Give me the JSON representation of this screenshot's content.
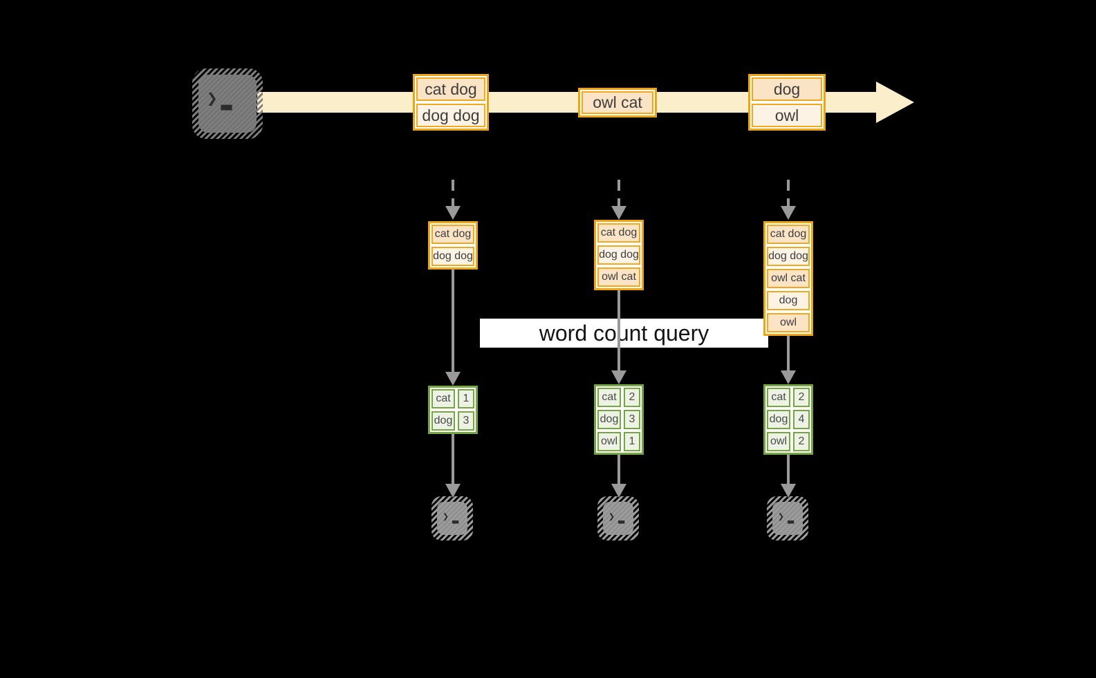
{
  "colors": {
    "background": "#000000",
    "stream_band": "#FBEFCB",
    "orange_border": "#EFA511",
    "peach_fill": "#FBE3C5",
    "cream_fill": "#FDF3E5",
    "green_border": "#74A73F",
    "green_fill": "#EDF2E5",
    "arrow_gray": "#9A9A9A",
    "terminal_gray_source": "#7E7E7E",
    "terminal_gray_sink": "#9C9C9C",
    "banner_bg": "#FFFFFF",
    "text_dark": "#3D3D3D"
  },
  "icons": {
    "prompt_chevron": "❯",
    "prompt_cursor": "▂"
  },
  "banner": {
    "label": "word count query"
  },
  "stream": {
    "records": [
      {
        "lines": [
          "cat dog",
          "dog dog"
        ]
      },
      {
        "lines": [
          "owl cat"
        ]
      },
      {
        "lines": [
          "dog",
          "owl"
        ]
      }
    ]
  },
  "workers": [
    {
      "buffer": [
        "cat dog",
        "dog dog"
      ],
      "counts": [
        {
          "word": "cat",
          "value": "1"
        },
        {
          "word": "dog",
          "value": "3"
        }
      ]
    },
    {
      "buffer": [
        "cat dog",
        "dog dog",
        "owl cat"
      ],
      "counts": [
        {
          "word": "cat",
          "value": "2"
        },
        {
          "word": "dog",
          "value": "3"
        },
        {
          "word": "owl",
          "value": "1"
        }
      ]
    },
    {
      "buffer": [
        "cat dog",
        "dog dog",
        "owl cat",
        "dog",
        "owl"
      ],
      "counts": [
        {
          "word": "cat",
          "value": "2"
        },
        {
          "word": "dog",
          "value": "4"
        },
        {
          "word": "owl",
          "value": "2"
        }
      ]
    }
  ]
}
